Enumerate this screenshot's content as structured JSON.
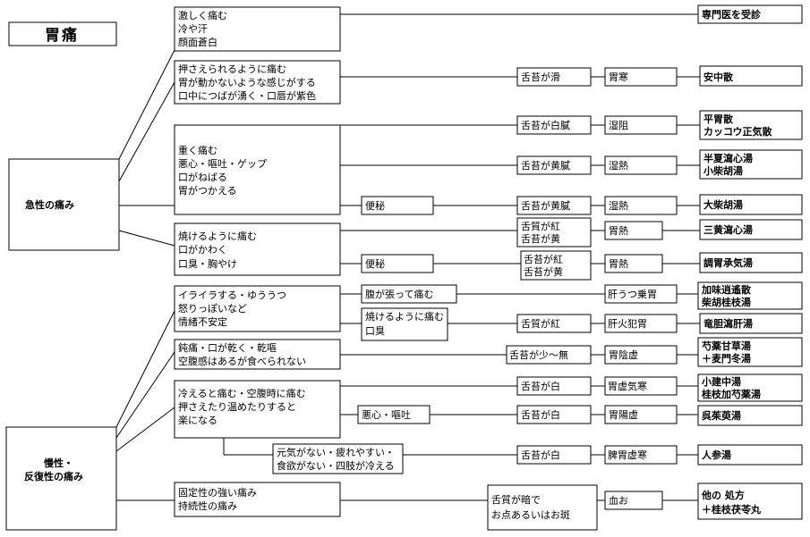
{
  "title": "胃痛",
  "categories": {
    "acute": "急性の痛み",
    "chronic_line1": "慢性・",
    "chronic_line2": "反復性の痛み"
  },
  "symptoms": {
    "s1": [
      "激しく痛む",
      "冷や汗",
      "顔面蒼白"
    ],
    "s2": [
      "押さえられるように痛む",
      "胃が動かないような感じがする",
      "口中につばが湧く・口唇が紫色"
    ],
    "s3": [
      "重く痛む",
      "悪心・嘔吐・ゲップ",
      "口がねばる",
      "胃がつかえる"
    ],
    "s4": [
      "焼けるように痛む",
      "口がかわく",
      "口臭・胸やけ"
    ],
    "s5": [
      "イライラする・ゆううつ",
      "怒りっぽいなど",
      "情緒不安定"
    ],
    "s6": [
      "鈍痛・口が乾く・乾嘔",
      "空腹感はあるが食べられない"
    ],
    "s7": [
      "冷えると痛む・空腹時に痛む",
      "押さえたり温めたりすると",
      "楽になる"
    ],
    "s8": [
      "元気がない・疲れやすい・",
      "食欲がない・四肢が冷える"
    ],
    "s9": [
      "固定性の強い痛み",
      "持続性の痛み"
    ]
  },
  "secondary": {
    "constipation_1": "便秘",
    "constipation_2": "便秘",
    "bloating": "腹が張って痛む",
    "burning": [
      "焼けるように痛む",
      "口臭"
    ],
    "nausea": "悪心・嘔吐",
    "blood_spots": [
      "舌質が暗で",
      "お点あるいはお斑"
    ]
  },
  "tongue": {
    "t1": "舌苔が滑",
    "t2": "舌苔が白膩",
    "t3": "舌苔が黄膩",
    "t4": "舌苔が黄膩",
    "t5": [
      "舌質が紅",
      "舌苔が黄"
    ],
    "t6": [
      "舌苔が紅",
      "舌苔が黄"
    ],
    "t7": "舌質が紅",
    "t8": "舌苔が少～無",
    "t9": "舌苔が白",
    "t10": "舌苔が白",
    "t11": "舌苔が白"
  },
  "patterns": {
    "p1": "胃寒",
    "p2": "湿阻",
    "p3": "湿熱",
    "p4": "湿熱",
    "p5": "胃熱",
    "p6": "胃熱",
    "p7": "肝うつ乗胃",
    "p8": "肝火犯胃",
    "p9": "胃陰虚",
    "p10": "胃虚気寒",
    "p11": "胃陽虚",
    "p12": "脾胃虚寒",
    "p13": "血お"
  },
  "remedies": {
    "r1": "専門医を受診",
    "r2": "安中散",
    "r3": [
      "平胃散",
      "カッコウ正気散"
    ],
    "r4": [
      "半夏瀉心湯",
      "小柴胡湯"
    ],
    "r5": "大柴胡湯",
    "r6": "三黄瀉心湯",
    "r7": "調胃承気湯",
    "r8": [
      "加味逍遙散",
      "柴胡桂枝湯"
    ],
    "r9": "竜胆瀉肝湯",
    "r10": [
      "芍薬甘草湯",
      "＋麦門冬湯"
    ],
    "r11": [
      "小建中湯",
      "桂枝加芍薬湯"
    ],
    "r12": "呉茱萸湯",
    "r13": "人参湯",
    "r14": [
      "他の 処方",
      "＋桂枝茯苓丸"
    ]
  }
}
